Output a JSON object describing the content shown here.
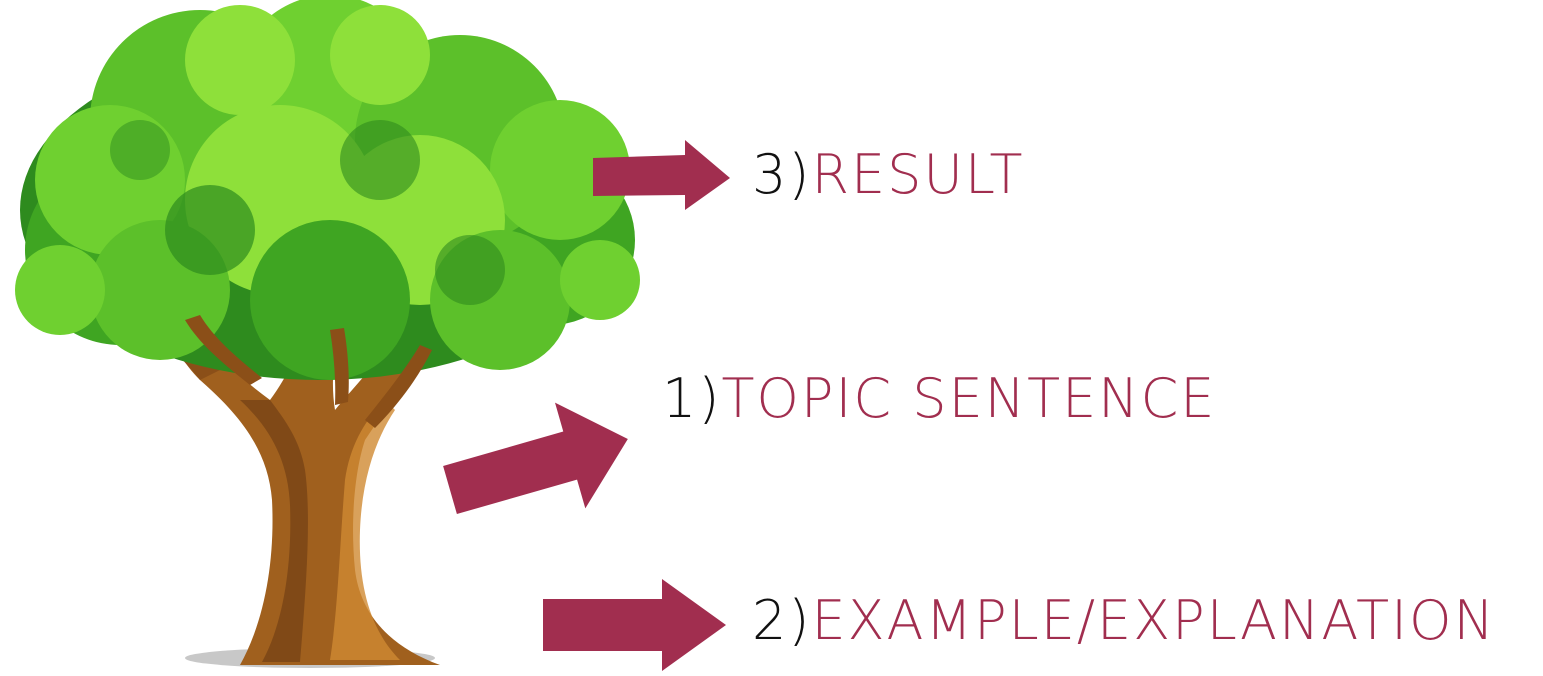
{
  "colors": {
    "arrow": "#A12E4F",
    "label_text": "#A12E4F",
    "label_number": "#111111",
    "foliage_dark": "#2E8B1E",
    "foliage_mid": "#5CC02A",
    "foliage_light": "#8EE03A",
    "trunk_dark": "#6B3A12",
    "trunk_mid": "#A0601E",
    "trunk_light": "#D08A32"
  },
  "icons": {
    "tree": "tree-icon",
    "arrow": "arrow-right-icon"
  },
  "labels": {
    "result": {
      "number": "3)",
      "text": "RESULT"
    },
    "topic": {
      "number": "1)",
      "text": "TOPIC SENTENCE"
    },
    "example": {
      "number": "2)",
      "text": "EXAMPLE/EXPLANATION"
    }
  }
}
